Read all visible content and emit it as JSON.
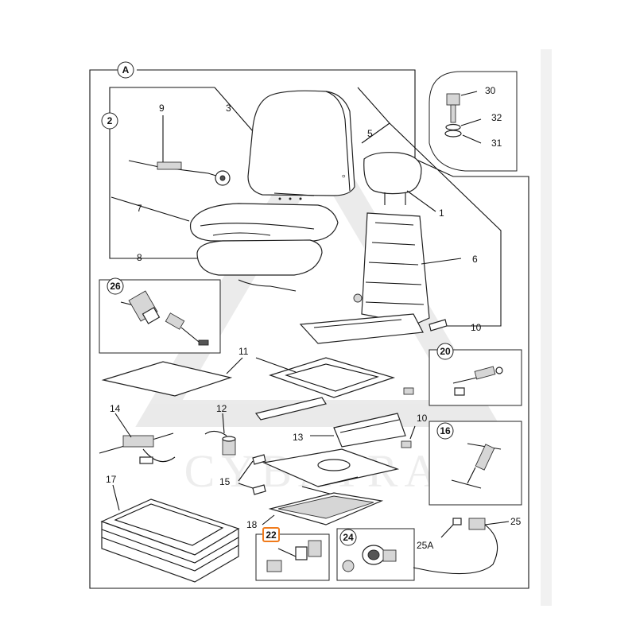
{
  "diagram": {
    "assembly_marker": "A",
    "watermark": "CYBATRA",
    "highlight_color": "#f07b1c",
    "callouts": {
      "c1": "1",
      "c2": "2",
      "c3": "3",
      "c5": "5",
      "c6": "6",
      "c7": "7",
      "c8": "8",
      "c9": "9",
      "c10a": "10",
      "c10b": "10",
      "c11": "11",
      "c12": "12",
      "c13": "13",
      "c14": "14",
      "c15": "15",
      "c16": "16",
      "c17": "17",
      "c18": "18",
      "c20": "20",
      "c22": "22",
      "c24": "24",
      "c25": "25",
      "c25a": "25A",
      "c26": "26",
      "c30": "30",
      "c31": "31",
      "c32": "32"
    }
  }
}
